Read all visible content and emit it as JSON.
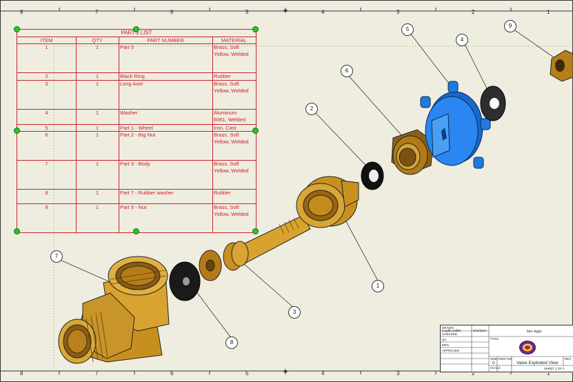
{
  "zones_top": [
    "8",
    "7",
    "6",
    "5",
    "4",
    "3",
    "2",
    "1"
  ],
  "zones_bottom": [
    "8",
    "7",
    "6",
    "5",
    "4",
    "3",
    "2",
    "1"
  ],
  "parts_list": {
    "title": "PARTS LIST",
    "headers": [
      "ITEM",
      "QTY",
      "PART NUMBER",
      "MATERIAL"
    ],
    "rows": [
      {
        "item": "1",
        "qty": "1",
        "part": "Part 5",
        "material": "Brass, Soft\nYellow, Welded"
      },
      {
        "item": "2",
        "qty": "1",
        "part": "Black Ring",
        "material": "Rubber"
      },
      {
        "item": "3",
        "qty": "1",
        "part": "Long Axel",
        "material": "Brass, Soft\nYellow, Welded"
      },
      {
        "item": "4",
        "qty": "1",
        "part": "Washer",
        "material": "Aluminum\n6061, Welded"
      },
      {
        "item": "5",
        "qty": "1",
        "part": "Part 1 - Wheel",
        "material": "Iron, Cast"
      },
      {
        "item": "6",
        "qty": "1",
        "part": "Part 2 - Big Nut",
        "material": "Brass, Soft\nYellow, Welded"
      },
      {
        "item": "7",
        "qty": "1",
        "part": "Part 3 - Body",
        "material": "Brass, Soft\nYellow, Welded"
      },
      {
        "item": "8",
        "qty": "1",
        "part": "Part 7 - Rubber washer",
        "material": "Rubber"
      },
      {
        "item": "9",
        "qty": "1",
        "part": "Part 9 - Nut",
        "material": "Brass, Soft\nYellow, Welded"
      }
    ]
  },
  "balloons": [
    "1",
    "2",
    "3",
    "4",
    "5",
    "6",
    "7",
    "8",
    "9"
  ],
  "title_block": {
    "drawn_label": "DRAWN",
    "drawn_by": "engdln.mdl88",
    "date": "9/11/2017",
    "checked_label": "CHECKED",
    "company": "ben viggo",
    "qa_label": "QA",
    "mfg_label": "MFG",
    "approved_label": "APPROVED",
    "title_label": "TITLE",
    "size_label": "SIZE",
    "size": "D",
    "dwg_label": "DWG NO",
    "drawing_title": "Valve Exploded View",
    "rev_label": "REV",
    "scale_label": "SCALE",
    "sheet": "SHEET 1 OF 1"
  },
  "colors": {
    "background": "#efede0",
    "parts_list_red": "#c8202a",
    "brass": "#d4a12a",
    "blue_wheel": "#1e7be0",
    "rubber": "#1a1a1a",
    "grip": "#28c428"
  }
}
